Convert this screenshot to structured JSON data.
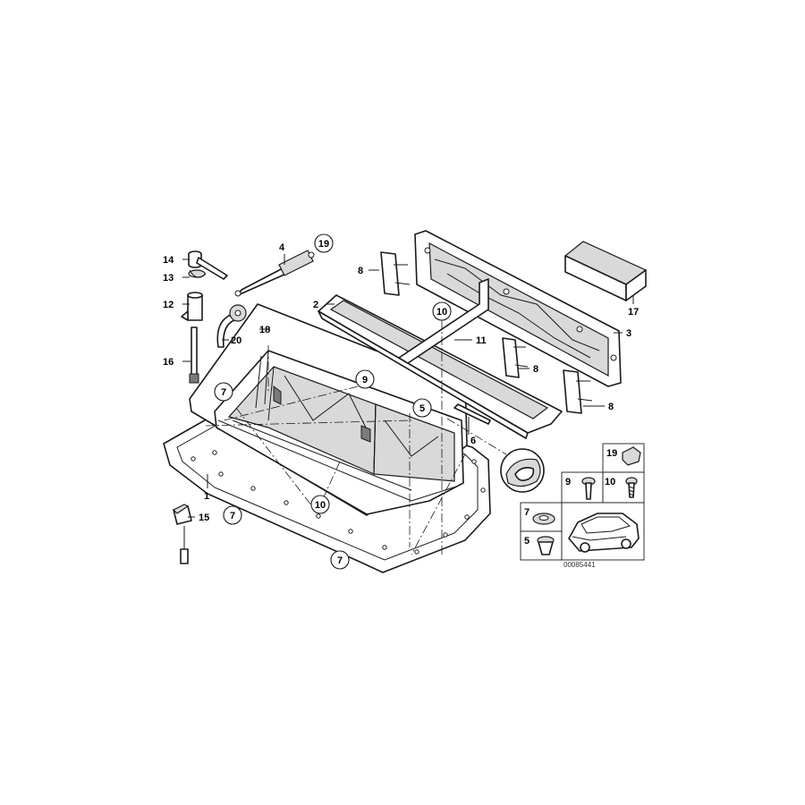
{
  "catalog_number": "00085441",
  "callouts": {
    "c1": "1",
    "c2": "2",
    "c3": "3",
    "c4": "4",
    "c5": "5",
    "c6": "6",
    "c7a": "7",
    "c7b": "7",
    "c7c": "7",
    "c8a": "8",
    "c8b": "8",
    "c8c": "8",
    "c9": "9",
    "c10a": "10",
    "c10b": "10",
    "c11": "11",
    "c12": "12",
    "c13": "13",
    "c14": "14",
    "c15": "15",
    "c16": "16",
    "c17": "17",
    "c18": "18",
    "c19": "19",
    "c20": "20"
  },
  "legend": {
    "l19": "19",
    "l9": "9",
    "l10": "10",
    "l7": "7",
    "l5": "5"
  }
}
